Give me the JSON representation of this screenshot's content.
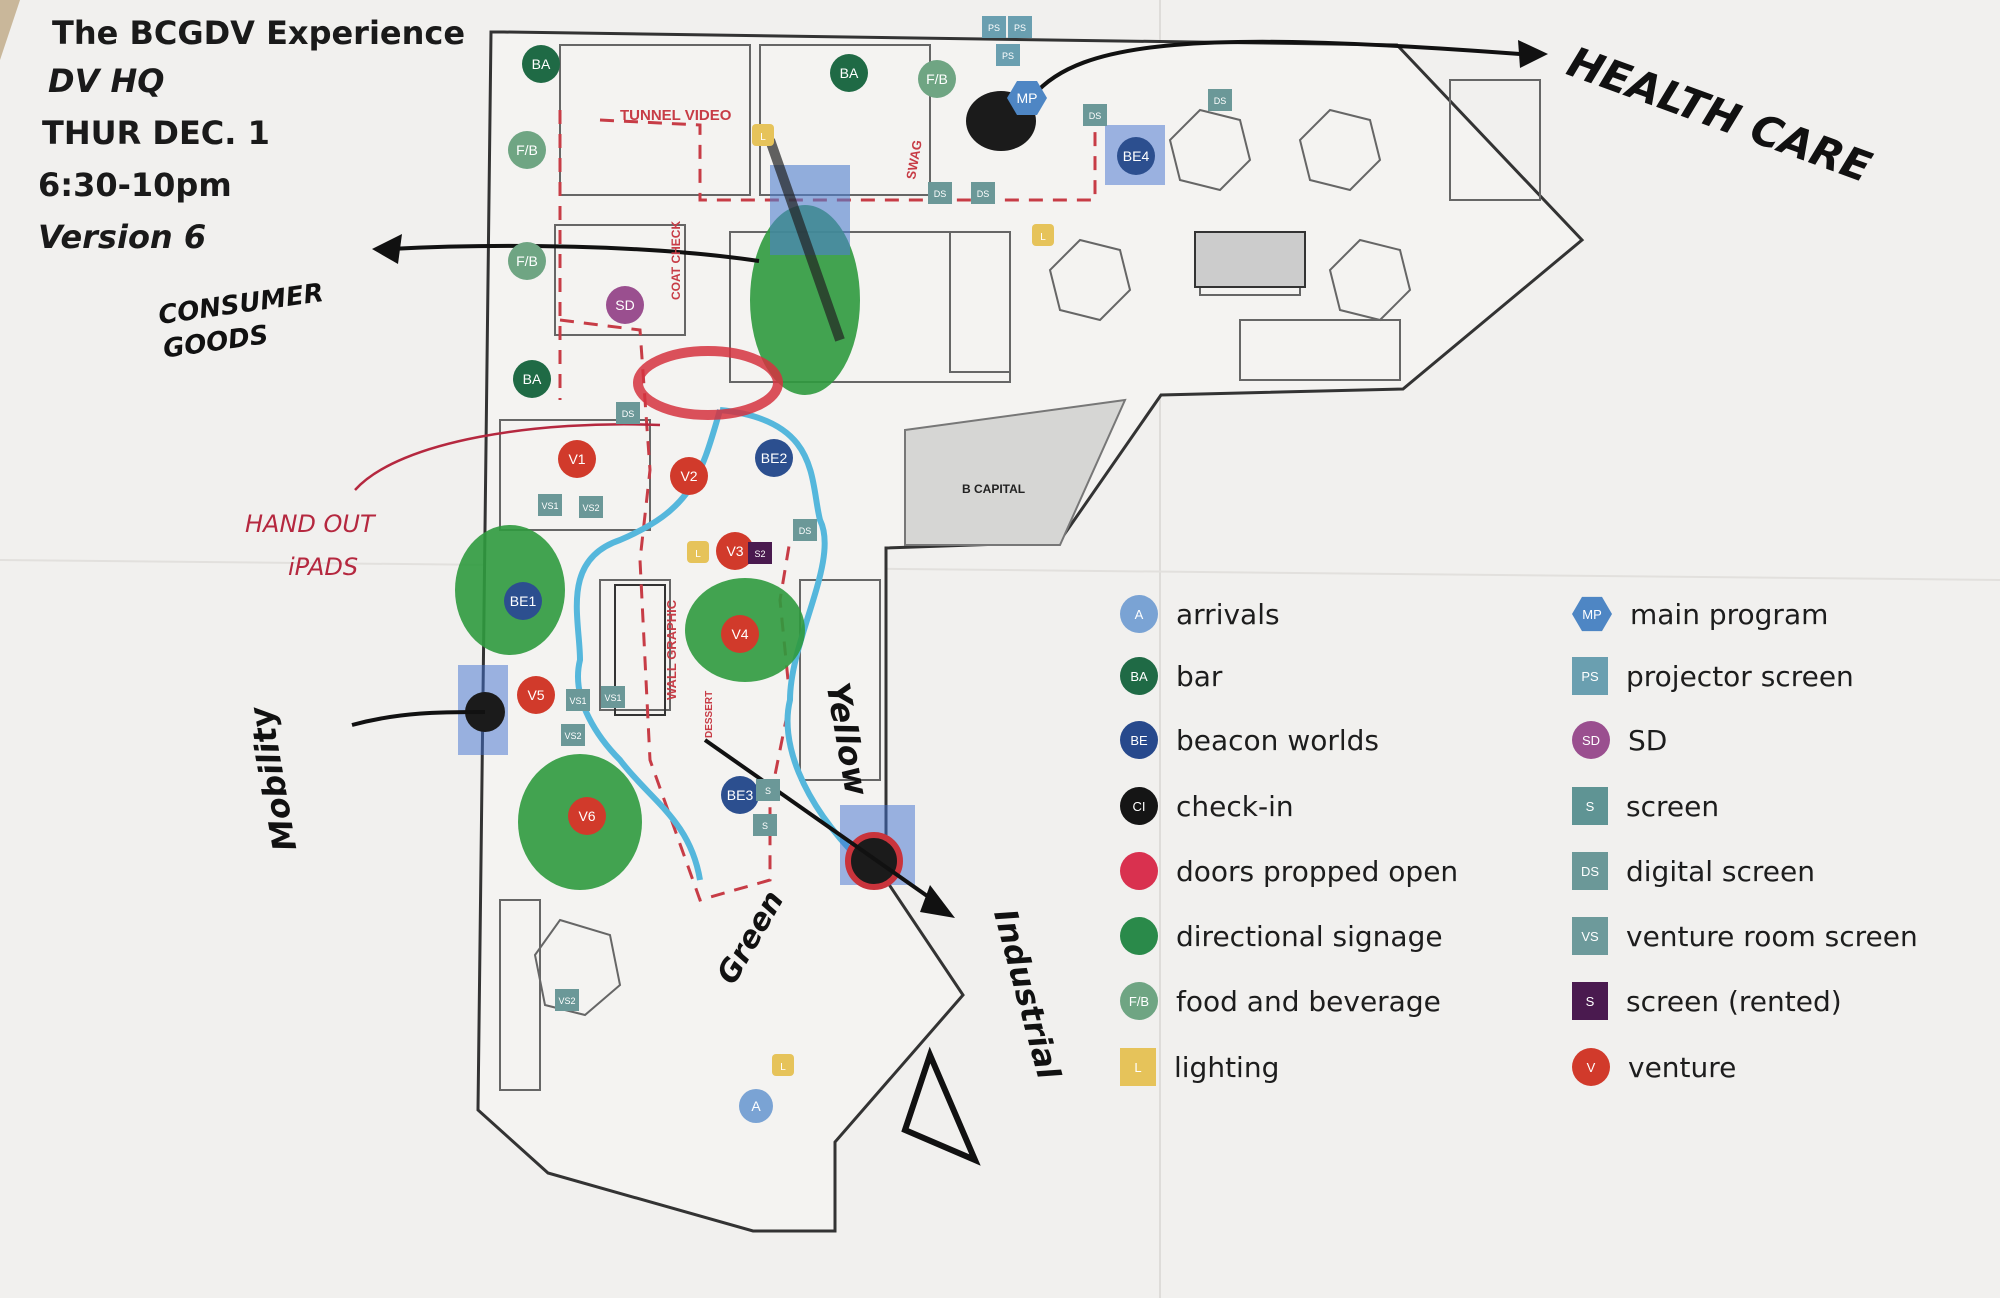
{
  "header": {
    "title": "The BCGDV Experience",
    "venue": "DV HQ",
    "date": "THUR DEC. 1",
    "time": "6:30-10pm",
    "version": "Version 6"
  },
  "floorplan": {
    "room_labels": {
      "tunnel_video": "TUNNEL VIDEO",
      "coat_check": "COAT CHECK",
      "swag": "SWAG",
      "wall_graphic": "WALL GRAPHIC",
      "dessert": "DESSERT",
      "b_capital": "B CAPITAL"
    },
    "markers": [
      {
        "code": "BA",
        "type": "bar"
      },
      {
        "code": "BA",
        "type": "bar"
      },
      {
        "code": "F/B",
        "type": "food"
      },
      {
        "code": "F/B",
        "type": "food"
      },
      {
        "code": "F/B",
        "type": "food"
      },
      {
        "code": "SD",
        "type": "sd"
      },
      {
        "code": "BA",
        "type": "bar"
      },
      {
        "code": "BE4",
        "type": "beacon"
      },
      {
        "code": "BE2",
        "type": "beacon"
      },
      {
        "code": "V1",
        "type": "venture"
      },
      {
        "code": "V2",
        "type": "venture"
      },
      {
        "code": "V3",
        "type": "venture"
      },
      {
        "code": "BE1",
        "type": "beacon"
      },
      {
        "code": "V4",
        "type": "venture"
      },
      {
        "code": "V5",
        "type": "venture"
      },
      {
        "code": "V6",
        "type": "venture"
      },
      {
        "code": "BE3",
        "type": "beacon"
      },
      {
        "code": "A",
        "type": "arrivals"
      },
      {
        "code": "L",
        "type": "lighting"
      },
      {
        "code": "L",
        "type": "lighting"
      },
      {
        "code": "L",
        "type": "lighting"
      },
      {
        "code": "L",
        "type": "lighting"
      },
      {
        "code": "MP",
        "type": "main"
      }
    ],
    "screens": [
      "PS",
      "PS",
      "PS",
      "DS",
      "DS",
      "DS",
      "DS",
      "DS",
      "DS",
      "VS1",
      "VS2",
      "VS1",
      "VS2",
      "VS1",
      "VS2",
      "S2",
      "S",
      "S"
    ]
  },
  "annotations": {
    "health_care": "HEALTH CARE",
    "consumer_goods": "CONSUMER GOODS",
    "hand_out_ipads_1": "HAND OUT",
    "hand_out_ipads_2": "iPADS",
    "yellow": "Yellow",
    "green": "Green",
    "industrial": "Industrial",
    "mobility": "Mobility"
  },
  "legend": {
    "left": [
      {
        "code": "A",
        "label": "arrivals",
        "color": "#7aa3d4",
        "shape": "circle"
      },
      {
        "code": "BA",
        "label": "bar",
        "color": "#1f6a45",
        "shape": "circle"
      },
      {
        "code": "BE",
        "label": "beacon worlds",
        "color": "#27498c",
        "shape": "circle"
      },
      {
        "code": "CI",
        "label": "check-in",
        "color": "#151515",
        "shape": "circle"
      },
      {
        "code": "",
        "label": "doors propped open",
        "color": "#d9314f",
        "shape": "circle"
      },
      {
        "code": "",
        "label": "directional signage",
        "color": "#2a8a4a",
        "shape": "circle"
      },
      {
        "code": "F/B",
        "label": "food and beverage",
        "color": "#6fa583",
        "shape": "circle"
      },
      {
        "code": "L",
        "label": "lighting",
        "color": "#e6c35a",
        "shape": "square"
      }
    ],
    "right": [
      {
        "code": "MP",
        "label": "main program",
        "color": "#4e86c4",
        "shape": "hex"
      },
      {
        "code": "PS",
        "label": "projector screen",
        "color": "#6a9fb0",
        "shape": "square"
      },
      {
        "code": "SD",
        "label": "SD",
        "color": "#9a4f8f",
        "shape": "circle"
      },
      {
        "code": "S",
        "label": "screen",
        "color": "#5f9494",
        "shape": "square"
      },
      {
        "code": "DS",
        "label": "digital screen",
        "color": "#6b9898",
        "shape": "square"
      },
      {
        "code": "VS",
        "label": "venture room screen",
        "color": "#6d9a9b",
        "shape": "square"
      },
      {
        "code": "S",
        "label": "screen (rented)",
        "color": "#4a1a4f",
        "shape": "square"
      },
      {
        "code": "V",
        "label": "venture",
        "color": "#d13a2b",
        "shape": "circle"
      }
    ]
  }
}
